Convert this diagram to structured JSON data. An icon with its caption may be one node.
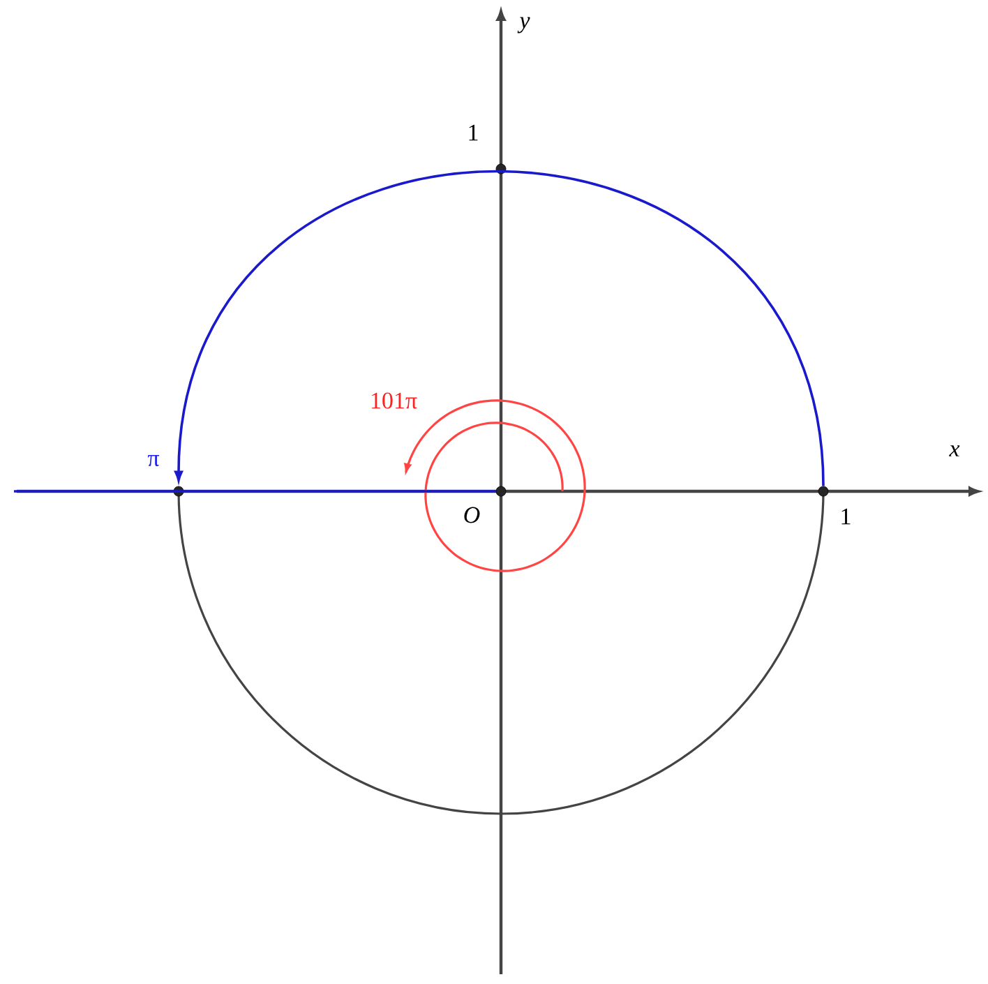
{
  "diagram": {
    "nodes": [
      {
        "text": [],
        "shape": "circle",
        "beside": [
          "1"
        ]
      },
      {
        "text": [],
        "shape": "circle",
        "beside": [
          "π"
        ]
      },
      {
        "text": [],
        "shape": "circle",
        "beside": [
          "O"
        ]
      },
      {
        "text": [],
        "shape": "circle",
        "beside": [
          "1"
        ]
      }
    ],
    "edges": [
      {
        "from": 3,
        "to": 1,
        "arrow": "to",
        "color": "#1a1acc"
      },
      {
        "from": null,
        "to": 2,
        "arrow": "none",
        "color": "#1a1acc"
      }
    ],
    "labels": [
      "y",
      "x",
      "101π"
    ]
  }
}
